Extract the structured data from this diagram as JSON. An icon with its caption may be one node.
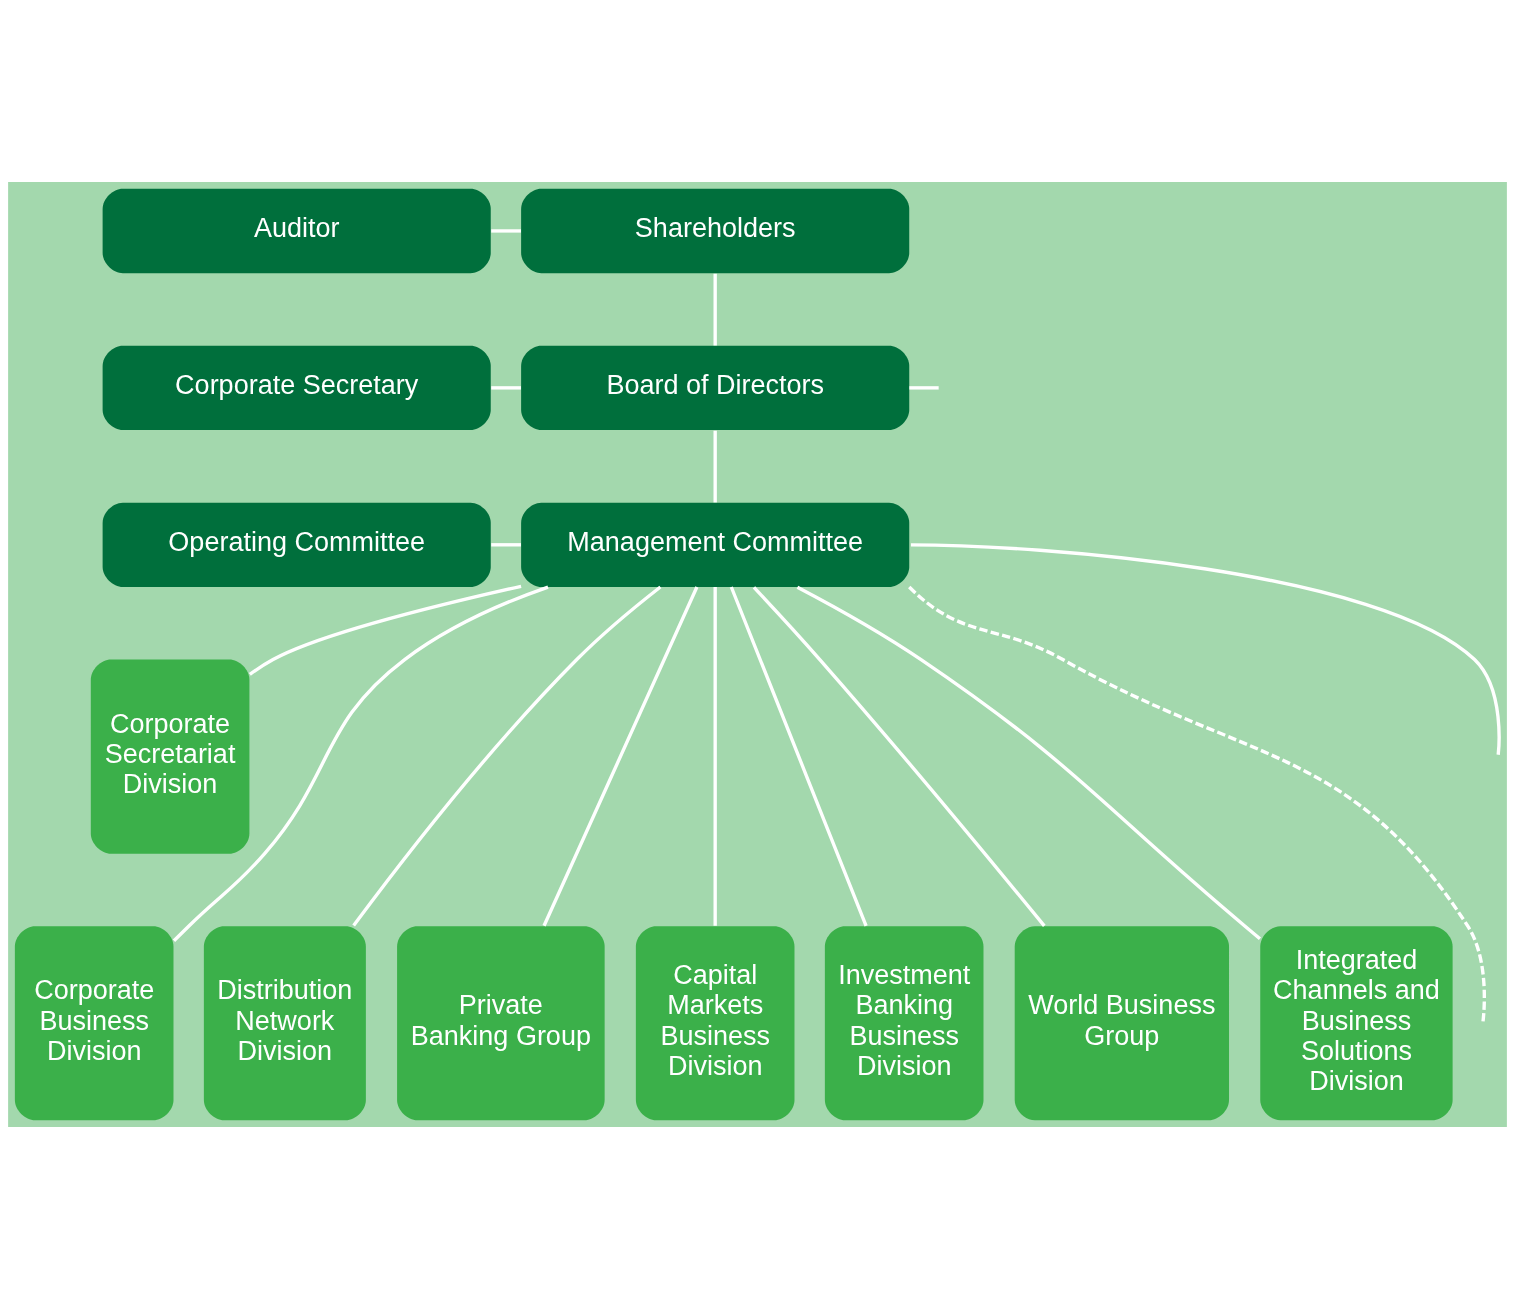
{
  "diagram": {
    "nodes": [
      {
        "text": [
          "Auditor"
        ]
      },
      {
        "text": [
          "Shareholders"
        ]
      },
      {
        "text": [
          "Corporate Secretary"
        ]
      },
      {
        "text": [
          "Board of Directors"
        ]
      },
      {
        "text": [
          "Operating Committee"
        ]
      },
      {
        "text": [
          "Management Committee"
        ]
      },
      {
        "text": [
          "Corporate Secretariat Division"
        ]
      },
      {
        "text": [
          "Corporate Business Division"
        ]
      },
      {
        "text": [
          "Distribution Network Division"
        ]
      },
      {
        "text": [
          "Private Banking Group"
        ]
      },
      {
        "text": [
          "Capital Markets Business Division"
        ]
      },
      {
        "text": [
          "Investment Banking Business Division"
        ]
      },
      {
        "text": [
          "World Business Group"
        ]
      },
      {
        "text": [
          "Integrated Channels and Business Solutions Division"
        ]
      }
    ],
    "edges": [
      {
        "from": 0,
        "to": 1,
        "arrow": "none"
      },
      {
        "from": 1,
        "to": 3,
        "arrow": "none"
      },
      {
        "from": 2,
        "to": 3,
        "arrow": "none"
      },
      {
        "from": 3,
        "to": null,
        "arrow": "none"
      },
      {
        "from": 4,
        "to": 5,
        "arrow": "none"
      },
      {
        "from": 3,
        "to": 5,
        "arrow": "none"
      },
      {
        "from": 5,
        "to": null,
        "arrow": "none",
        "style": "dashed"
      },
      {
        "from": 5,
        "to": 6,
        "arrow": "none"
      },
      {
        "from": 5,
        "to": 7,
        "arrow": "none"
      },
      {
        "from": 5,
        "to": 8,
        "arrow": "none"
      },
      {
        "from": 5,
        "to": 9,
        "arrow": "none"
      },
      {
        "from": 5,
        "to": 10,
        "arrow": "none"
      },
      {
        "from": 5,
        "to": 11,
        "arrow": "none"
      },
      {
        "from": 5,
        "to": 12,
        "arrow": "none"
      },
      {
        "from": 5,
        "to": 13,
        "arrow": "none"
      },
      {
        "from": 5,
        "to": null,
        "arrow": "none"
      }
    ]
  }
}
